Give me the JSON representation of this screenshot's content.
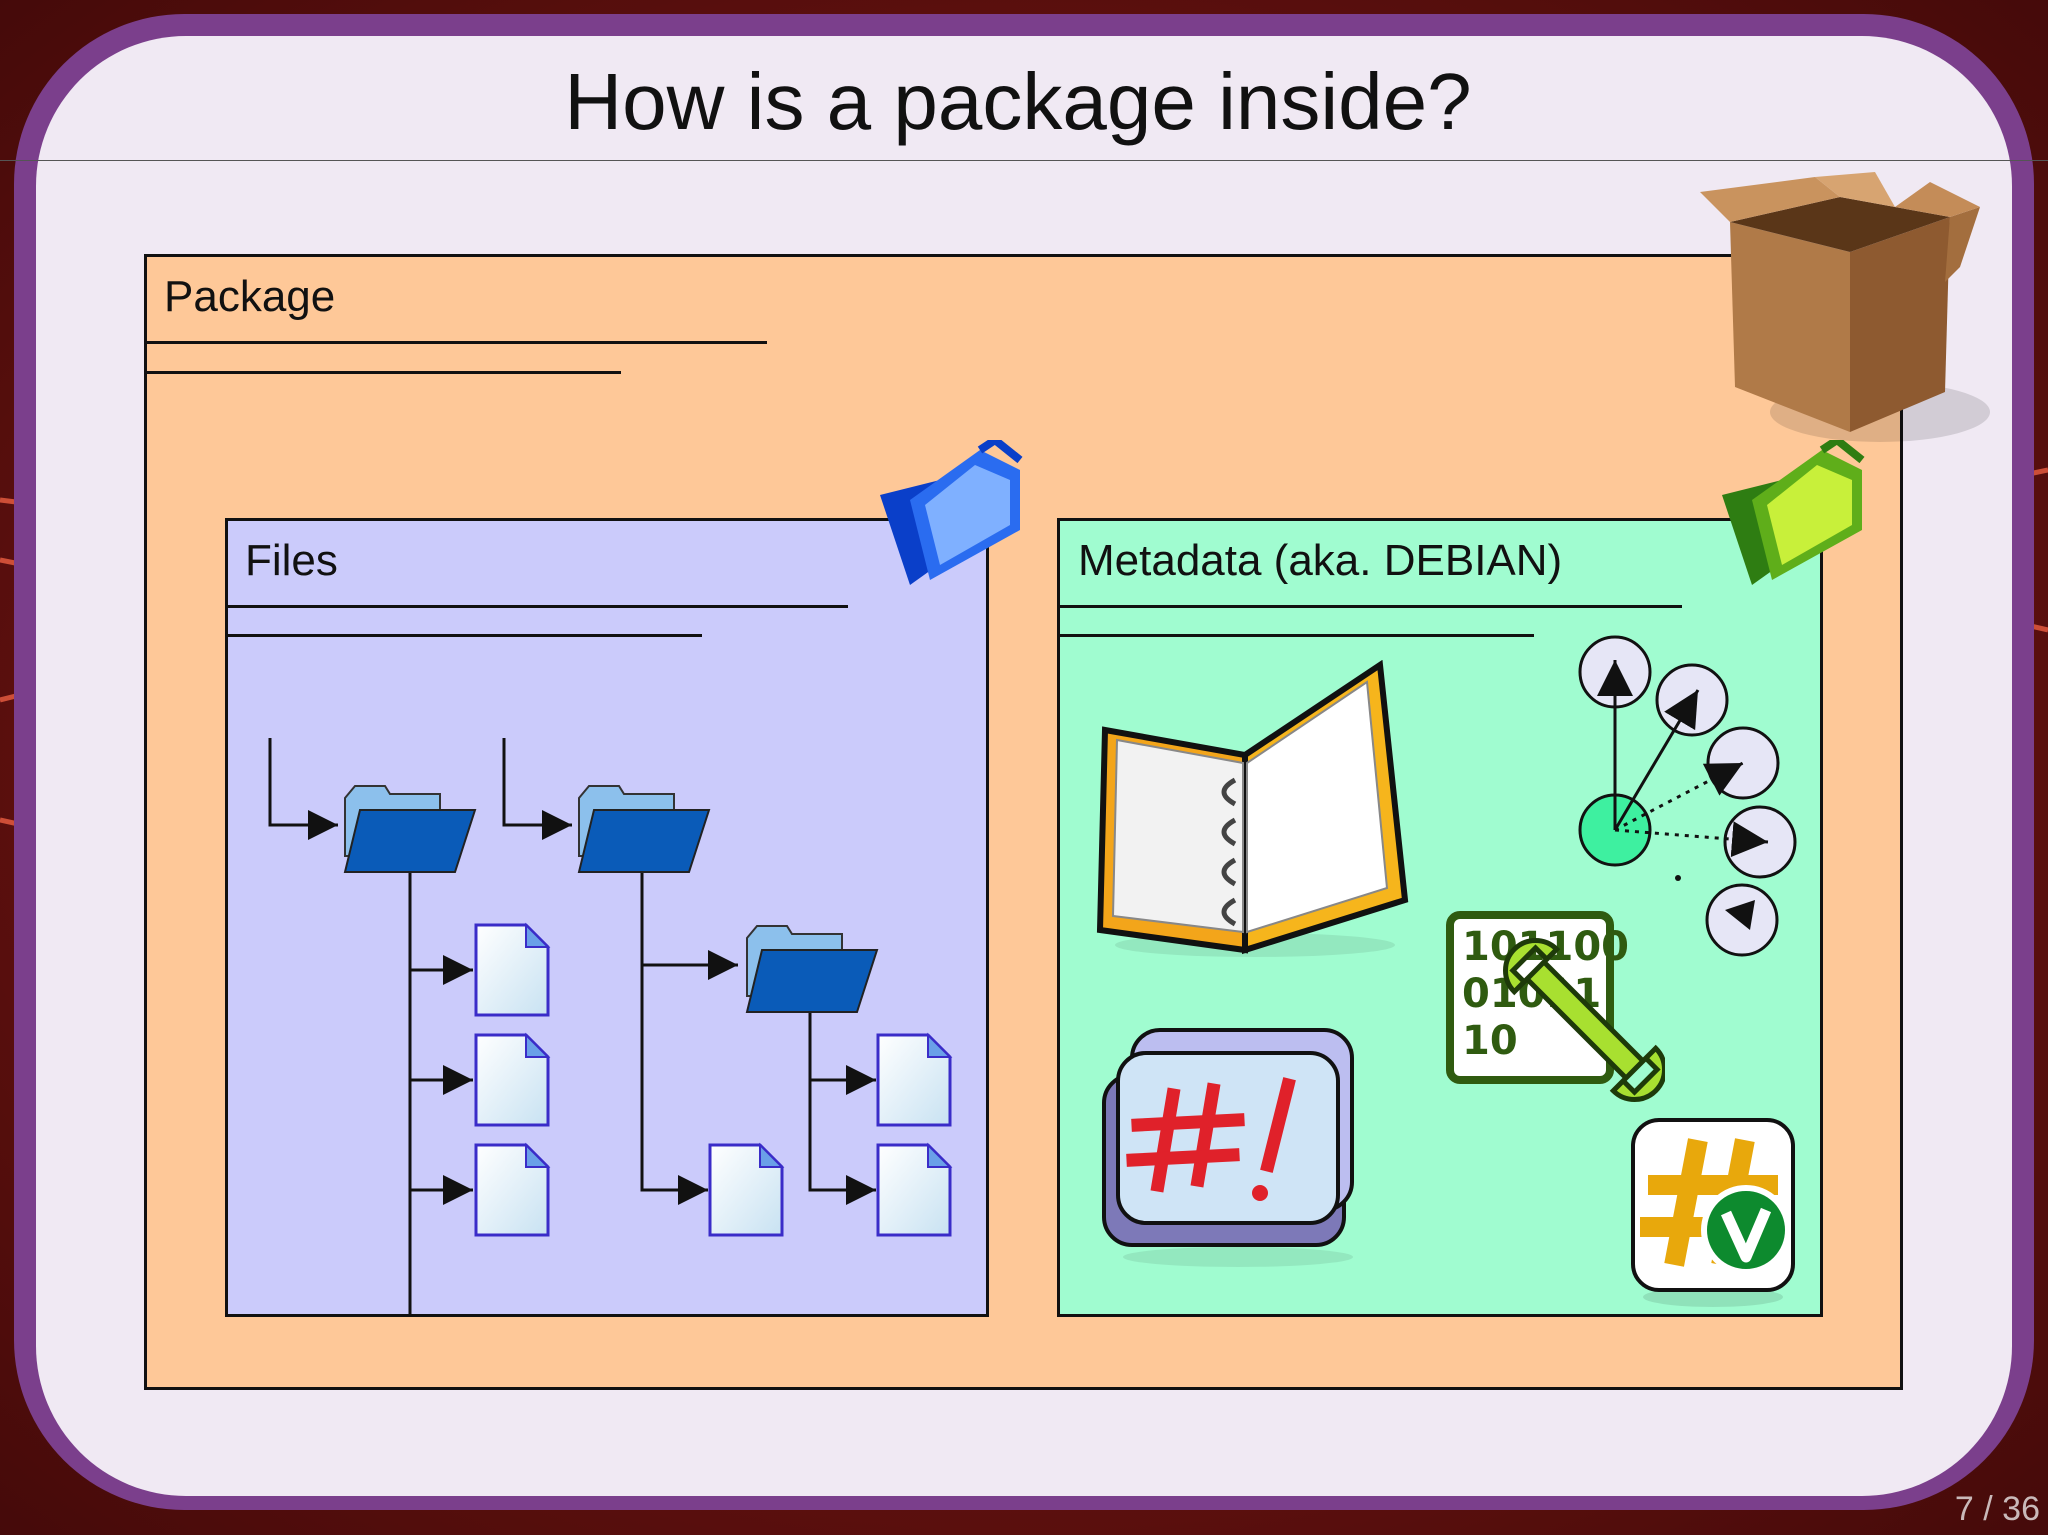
{
  "slide": {
    "title": "How is a package inside?",
    "page_number": "7 / 36"
  },
  "package_box": {
    "label": "Package",
    "icon": "cardboard-box-icon"
  },
  "files_box": {
    "label": "Files",
    "icon": "blue-folder-icon"
  },
  "metadata_box": {
    "label": "Metadata (aka. DEBIAN)",
    "icon": "green-folder-icon",
    "binary_text": [
      "101100",
      "01011",
      "10"
    ]
  },
  "colors": {
    "package_fill": "#fec898",
    "files_fill": "#cbcbfb",
    "metadata_fill": "#a0fcd0",
    "slide_frame": "#7b3f8c",
    "folder_blue": "#0a5bb8",
    "script_red": "#e0212a"
  }
}
